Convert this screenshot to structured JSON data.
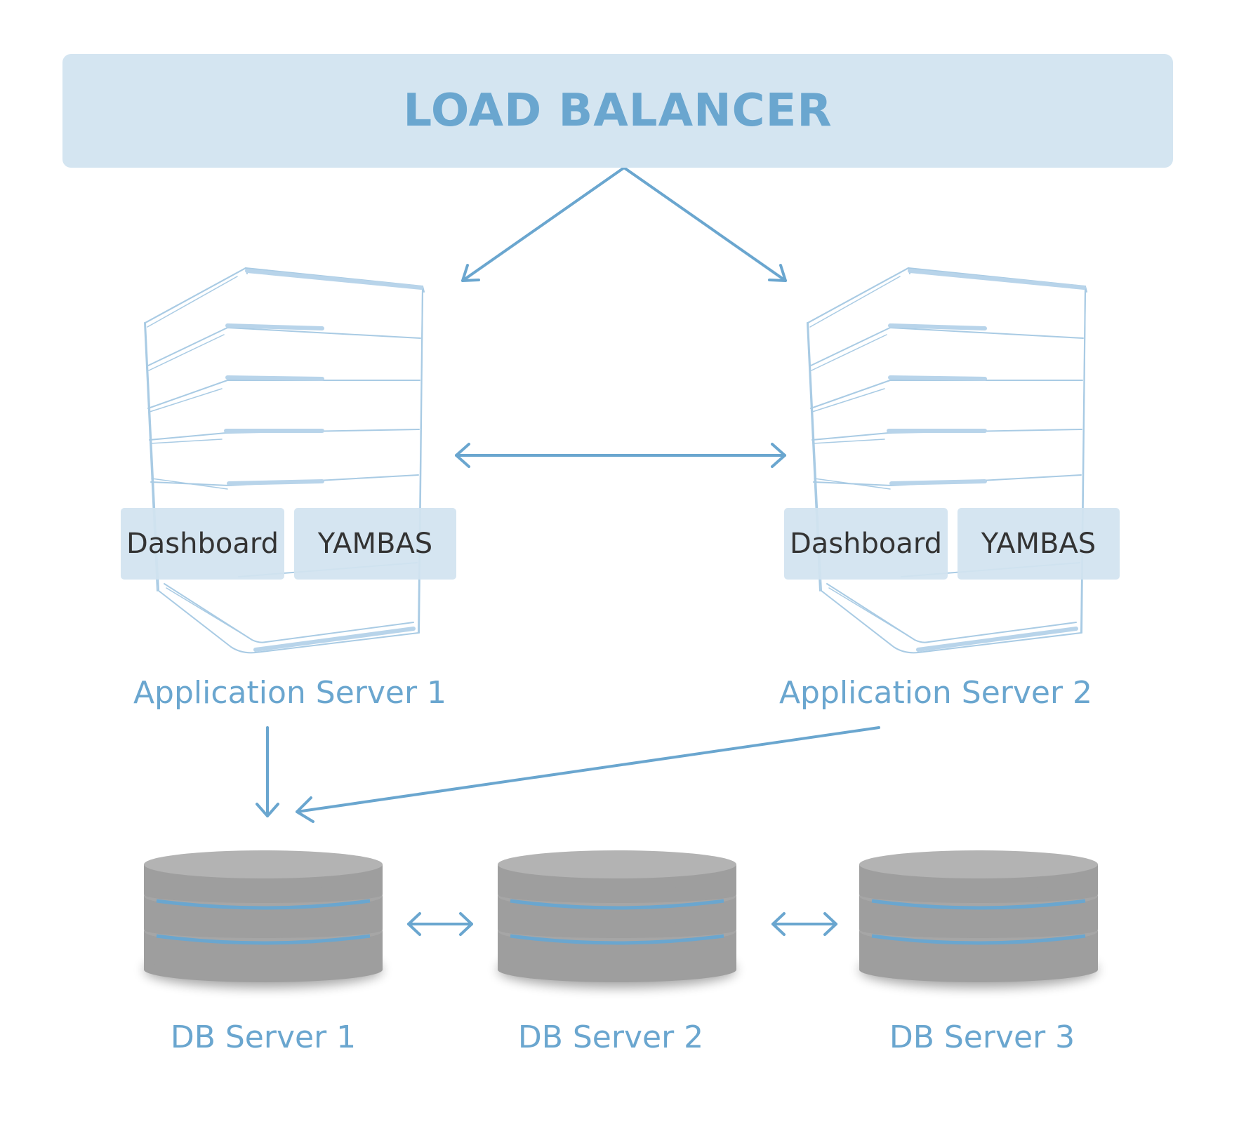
{
  "load_balancer": {
    "title": "LOAD BALANCER"
  },
  "app_servers": [
    {
      "name": "Application Server 1",
      "modules": [
        "Dashboard",
        "YAMBAS"
      ]
    },
    {
      "name": "Application Server 2",
      "modules": [
        "Dashboard",
        "YAMBAS"
      ]
    }
  ],
  "db_servers": [
    {
      "name": "DB Server 1"
    },
    {
      "name": "DB Server 2"
    },
    {
      "name": "DB Server 3"
    }
  ],
  "connections": [
    {
      "from": "LOAD BALANCER",
      "to": "Application Server 1",
      "direction": "one-way"
    },
    {
      "from": "LOAD BALANCER",
      "to": "Application Server 2",
      "direction": "one-way"
    },
    {
      "from": "Application Server 1",
      "to": "Application Server 2",
      "direction": "two-way"
    },
    {
      "from": "Application Server 1",
      "to": "DB Server 1",
      "direction": "one-way"
    },
    {
      "from": "Application Server 2",
      "to": "DB Server 1",
      "direction": "one-way"
    },
    {
      "from": "DB Server 1",
      "to": "DB Server 2",
      "direction": "two-way"
    },
    {
      "from": "DB Server 2",
      "to": "DB Server 3",
      "direction": "two-way"
    }
  ],
  "colors": {
    "accent": "#6aa6cf",
    "panel": "#d4e5f1",
    "server_outline": "#a9cbe4",
    "disk_gray": "#9e9e9e",
    "disk_top": "#b3b3b3",
    "disk_stripe": "#6aa6cf"
  }
}
